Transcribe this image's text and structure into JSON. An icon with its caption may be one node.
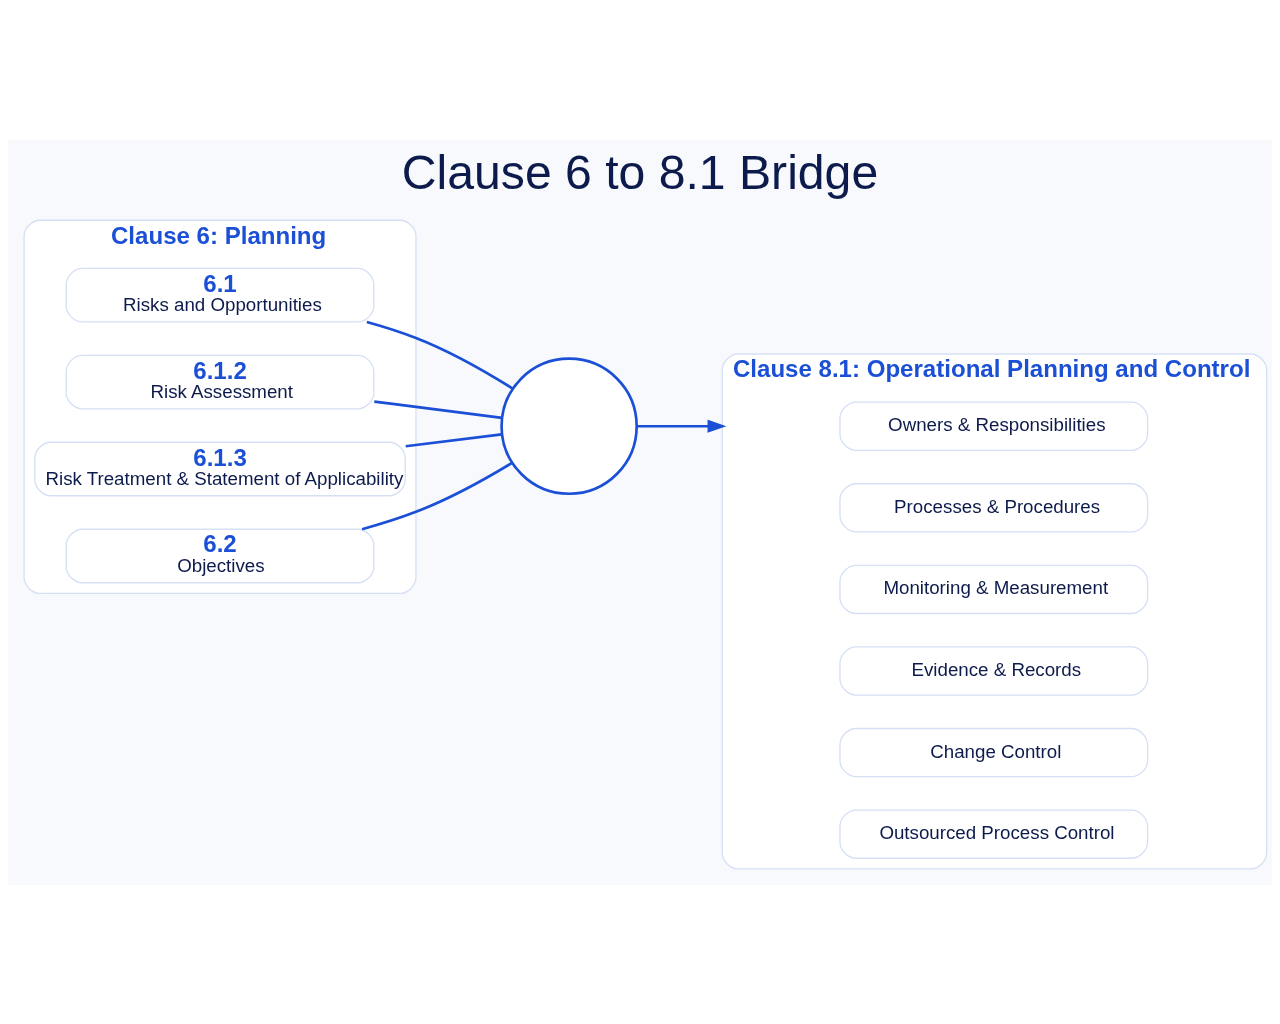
{
  "diagram": {
    "title": "Clause 6 to 8.1 Bridge",
    "nodes": [
      {
        "text": [
          "Clause 6: Planning"
        ]
      },
      {
        "text": [
          "6.1",
          "Risks and Opportunities"
        ],
        "in": 0
      },
      {
        "text": [
          "6.1.2",
          "Risk Assessment"
        ],
        "in": 0
      },
      {
        "text": [
          "6.1.3",
          "Risk Treatment & Statement of Applicability"
        ],
        "in": 0
      },
      {
        "text": [
          "6.2",
          "Objectives"
        ],
        "in": 0
      },
      {
        "text": [],
        "shape": "circle"
      },
      {
        "text": [
          "Clause 8.1: Operational Planning and Control"
        ]
      },
      {
        "text": [
          "Owners & Responsibilities"
        ],
        "in": 6
      },
      {
        "text": [
          "Processes & Procedures"
        ],
        "in": 6
      },
      {
        "text": [
          "Monitoring & Measurement"
        ],
        "in": 6
      },
      {
        "text": [
          "Evidence & Records"
        ],
        "in": 6
      },
      {
        "text": [
          "Change Control"
        ],
        "in": 6
      },
      {
        "text": [
          "Outsourced Process Control"
        ],
        "in": 6
      }
    ],
    "edges": [
      {
        "from": 1,
        "to": 5,
        "arrow": "none"
      },
      {
        "from": 2,
        "to": 5,
        "arrow": "none"
      },
      {
        "from": 3,
        "to": 5,
        "arrow": "none"
      },
      {
        "from": 4,
        "to": 5,
        "arrow": "none"
      },
      {
        "from": 5,
        "to": 6,
        "arrow": "to"
      }
    ]
  }
}
